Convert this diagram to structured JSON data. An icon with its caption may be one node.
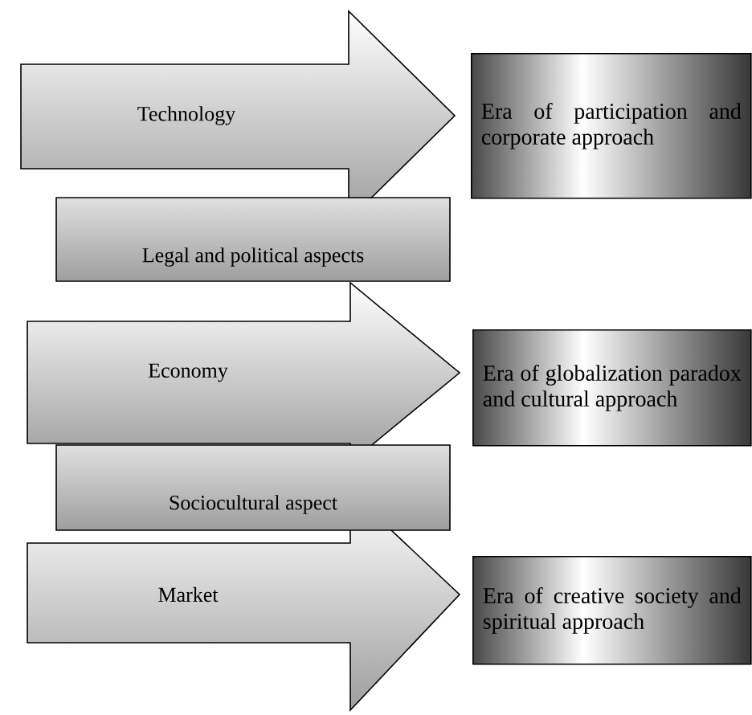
{
  "diagram": {
    "nodes": [
      {
        "text": [
          "Technology"
        ]
      },
      {
        "text": [
          "Era of participation and corporate approach"
        ]
      },
      {
        "text": [
          "Legal and political aspects"
        ]
      },
      {
        "text": [
          "Economy"
        ]
      },
      {
        "text": [
          "Era of globalization paradox and cultural approach"
        ]
      },
      {
        "text": [
          "Sociocultural aspect"
        ]
      },
      {
        "text": [
          "Market"
        ]
      },
      {
        "text": [
          "Era of creative society and spiritual approach"
        ]
      }
    ]
  }
}
